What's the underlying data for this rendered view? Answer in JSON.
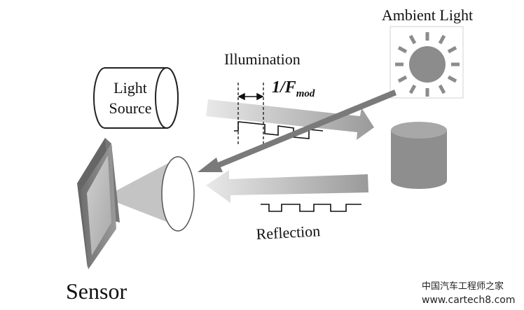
{
  "labels": {
    "ambient_light": "Ambient Light",
    "illumination": "Illumination",
    "period_main": "1/F",
    "period_sub": "mod",
    "light_source_line1": "Light",
    "light_source_line2": "Source",
    "reflection": "Reflection",
    "sensor": "Sensor"
  },
  "watermark": {
    "line1": "中国汽车工程师之家",
    "line2": "www.cartech8.com"
  }
}
